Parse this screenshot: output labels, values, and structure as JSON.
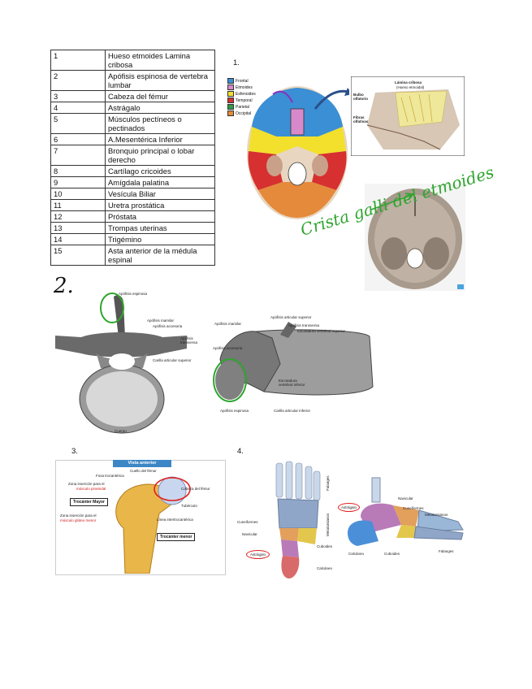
{
  "table": {
    "rows": [
      {
        "num": "1",
        "text": "Hueso etmoides Lamina cribosa"
      },
      {
        "num": "2",
        "text": "Apófisis espinosa de vertebra lumbar"
      },
      {
        "num": "3",
        "text": "Cabeza del fémur"
      },
      {
        "num": "4",
        "text": "Astrágalo"
      },
      {
        "num": "5",
        "text": "Músculos pectíneos o pectinados"
      },
      {
        "num": "6",
        "text": "A.Mesentérica Inferior"
      },
      {
        "num": "7",
        "text": "Bronquio principal o lobar derecho"
      },
      {
        "num": "8",
        "text": "Cartílago cricoides"
      },
      {
        "num": "9",
        "text": "Amígdala palatina"
      },
      {
        "num": "10",
        "text": "Vesícula Biliar"
      },
      {
        "num": "11",
        "text": "Uretra prostática"
      },
      {
        "num": "12",
        "text": "Próstata"
      },
      {
        "num": "13",
        "text": "Trompas uterinas"
      },
      {
        "num": "14",
        "text": "Trigémino"
      },
      {
        "num": "15",
        "text": "Asta anterior de la médula espinal"
      }
    ]
  },
  "section_labels": {
    "s1": "1.",
    "s2": "2.",
    "s3": "3.",
    "s4": "4."
  },
  "figure1": {
    "legend": [
      {
        "label": "Frontal",
        "color": "#3b8fd4"
      },
      {
        "label": "Etmoides",
        "color": "#d889c9"
      },
      {
        "label": "Esfenoides",
        "color": "#f2e02c"
      },
      {
        "label": "Temporal",
        "color": "#d63030"
      },
      {
        "label": "Parietal",
        "color": "#2f9a48"
      },
      {
        "label": "Occipital",
        "color": "#e58a3a"
      }
    ],
    "inset_labels": {
      "title": "Lámina cribosa",
      "subtitle": "(Hueso etmoidal)",
      "bulbo": "Bulbo olfatorio",
      "fibras": "Fibras olfativas"
    },
    "handwritten": "Crista galli del etmoides"
  },
  "figure2": {
    "top_view": {
      "espinosa": "Apófisis espinosa",
      "mamilar": "Apófisis mamilar",
      "accesoria": "Apófisis accesoria",
      "transversa": "Apófisis transversa",
      "carilla": "Carilla articular superior",
      "cuerpo": "Cuerpo"
    },
    "side_view": {
      "art_sup": "Apófisis articular superior",
      "mamilar": "Apófisis mamilar",
      "transversa": "Apófisis transversa",
      "escotadura_sup": "Escotadura vertebral superior",
      "accesoria": "Apófisis accesoria",
      "escotadura_inf": "Escotadura vertebral inferior",
      "espinosa": "Apófisis espinosa",
      "carilla_inf": "Carilla articular inferior"
    }
  },
  "figure3": {
    "header": "Vista anterior",
    "cuello": "Cuello del fémur",
    "fosa": "Fosa trocantérica",
    "insercion_piriforme": "Zona inserción para el",
    "piriforme": "músculo piramidal",
    "trocanter_mayor": "Trocánter Mayor",
    "cabeza": "Cabeza del fémur",
    "tuberculo": "Tubérculo",
    "insercion_gluteo": "Zona inserción para el",
    "gluteo": "músculo glúteo menor",
    "linea": "Línea intertrocantérica",
    "trocanter_menor": "Trocánter menor"
  },
  "figure4": {
    "top": {
      "falanges": "Falanges",
      "metatarsianos": "Metatarsianos",
      "cuneiformes": "Cuneiformes",
      "navicular": "Navicular",
      "cuboides": "Cuboides",
      "astragalo": "Astrágalo",
      "calcaneo": "Calcáneo"
    },
    "side": {
      "navicular": "Navicular",
      "cuneiformes": "Cuneiformes",
      "metatarsianos": "Metatarsianos",
      "astragalo": "Astrágalo",
      "calcaneo": "Calcáneo",
      "cuboides": "Cuboides",
      "falanges": "Falanges"
    }
  }
}
